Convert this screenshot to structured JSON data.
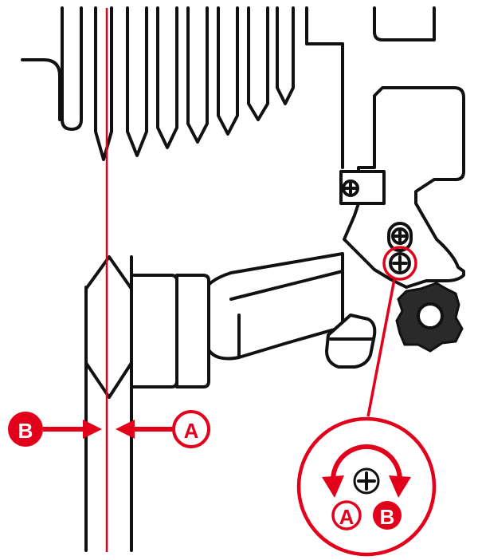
{
  "labels": {
    "left_arrow": "B",
    "right_arrow": "A",
    "rotate_left": "A",
    "rotate_right": "B"
  },
  "colors": {
    "accent": "#e3001b",
    "ink": "#111111",
    "background": "#ffffff"
  },
  "icons": {
    "screw": "screw-icon",
    "knob": "thumbwheel-knob-icon",
    "rotate": "rotate-arrows-icon"
  }
}
